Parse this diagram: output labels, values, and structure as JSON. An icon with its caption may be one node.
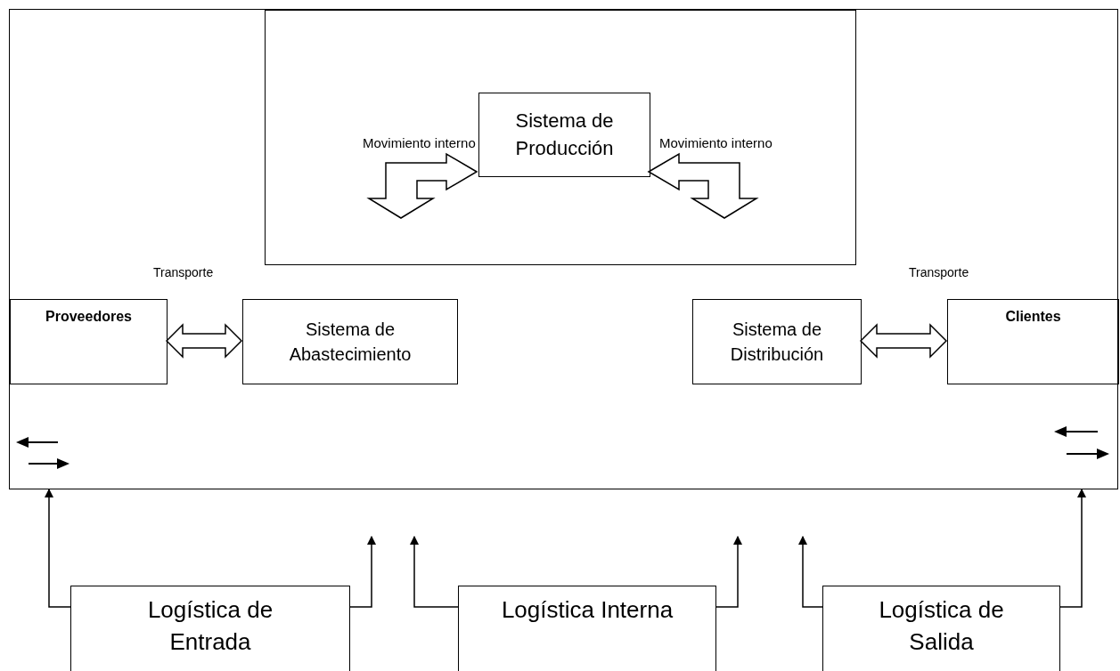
{
  "diagram": {
    "nodes": [
      {
        "text": [],
        "shape": "box"
      },
      {
        "text": [],
        "shape": "box",
        "in": 0
      },
      {
        "text": [
          "Sistema de Producción"
        ],
        "in": 1
      },
      {
        "text": [
          "Proveedores"
        ],
        "in": 0
      },
      {
        "text": [
          "Sistema de Abastecimiento"
        ],
        "in": 0
      },
      {
        "text": [
          "Sistema de Distribución"
        ],
        "in": 0
      },
      {
        "text": [
          "Clientes"
        ],
        "in": 0
      },
      {
        "text": [
          "Logística de Entrada"
        ]
      },
      {
        "text": [
          "Logística Interna"
        ]
      },
      {
        "text": [
          "Logística de Salida"
        ]
      }
    ],
    "edges": [
      {
        "from": null,
        "to": 2,
        "arrow": "both",
        "label": "Movimiento interno"
      },
      {
        "from": null,
        "to": 2,
        "arrow": "both",
        "label": "Movimiento interno"
      },
      {
        "from": 3,
        "to": 4,
        "arrow": "both",
        "label": "Transporte"
      },
      {
        "from": 5,
        "to": 6,
        "arrow": "both",
        "label": "Transporte"
      },
      {
        "from": 7,
        "to": 0,
        "arrow": "to"
      },
      {
        "from": 7,
        "to": null,
        "arrow": "to"
      },
      {
        "from": 8,
        "to": null,
        "arrow": "to"
      },
      {
        "from": 8,
        "to": null,
        "arrow": "to"
      },
      {
        "from": 9,
        "to": null,
        "arrow": "to"
      },
      {
        "from": 9,
        "to": 0,
        "arrow": "to"
      }
    ]
  }
}
